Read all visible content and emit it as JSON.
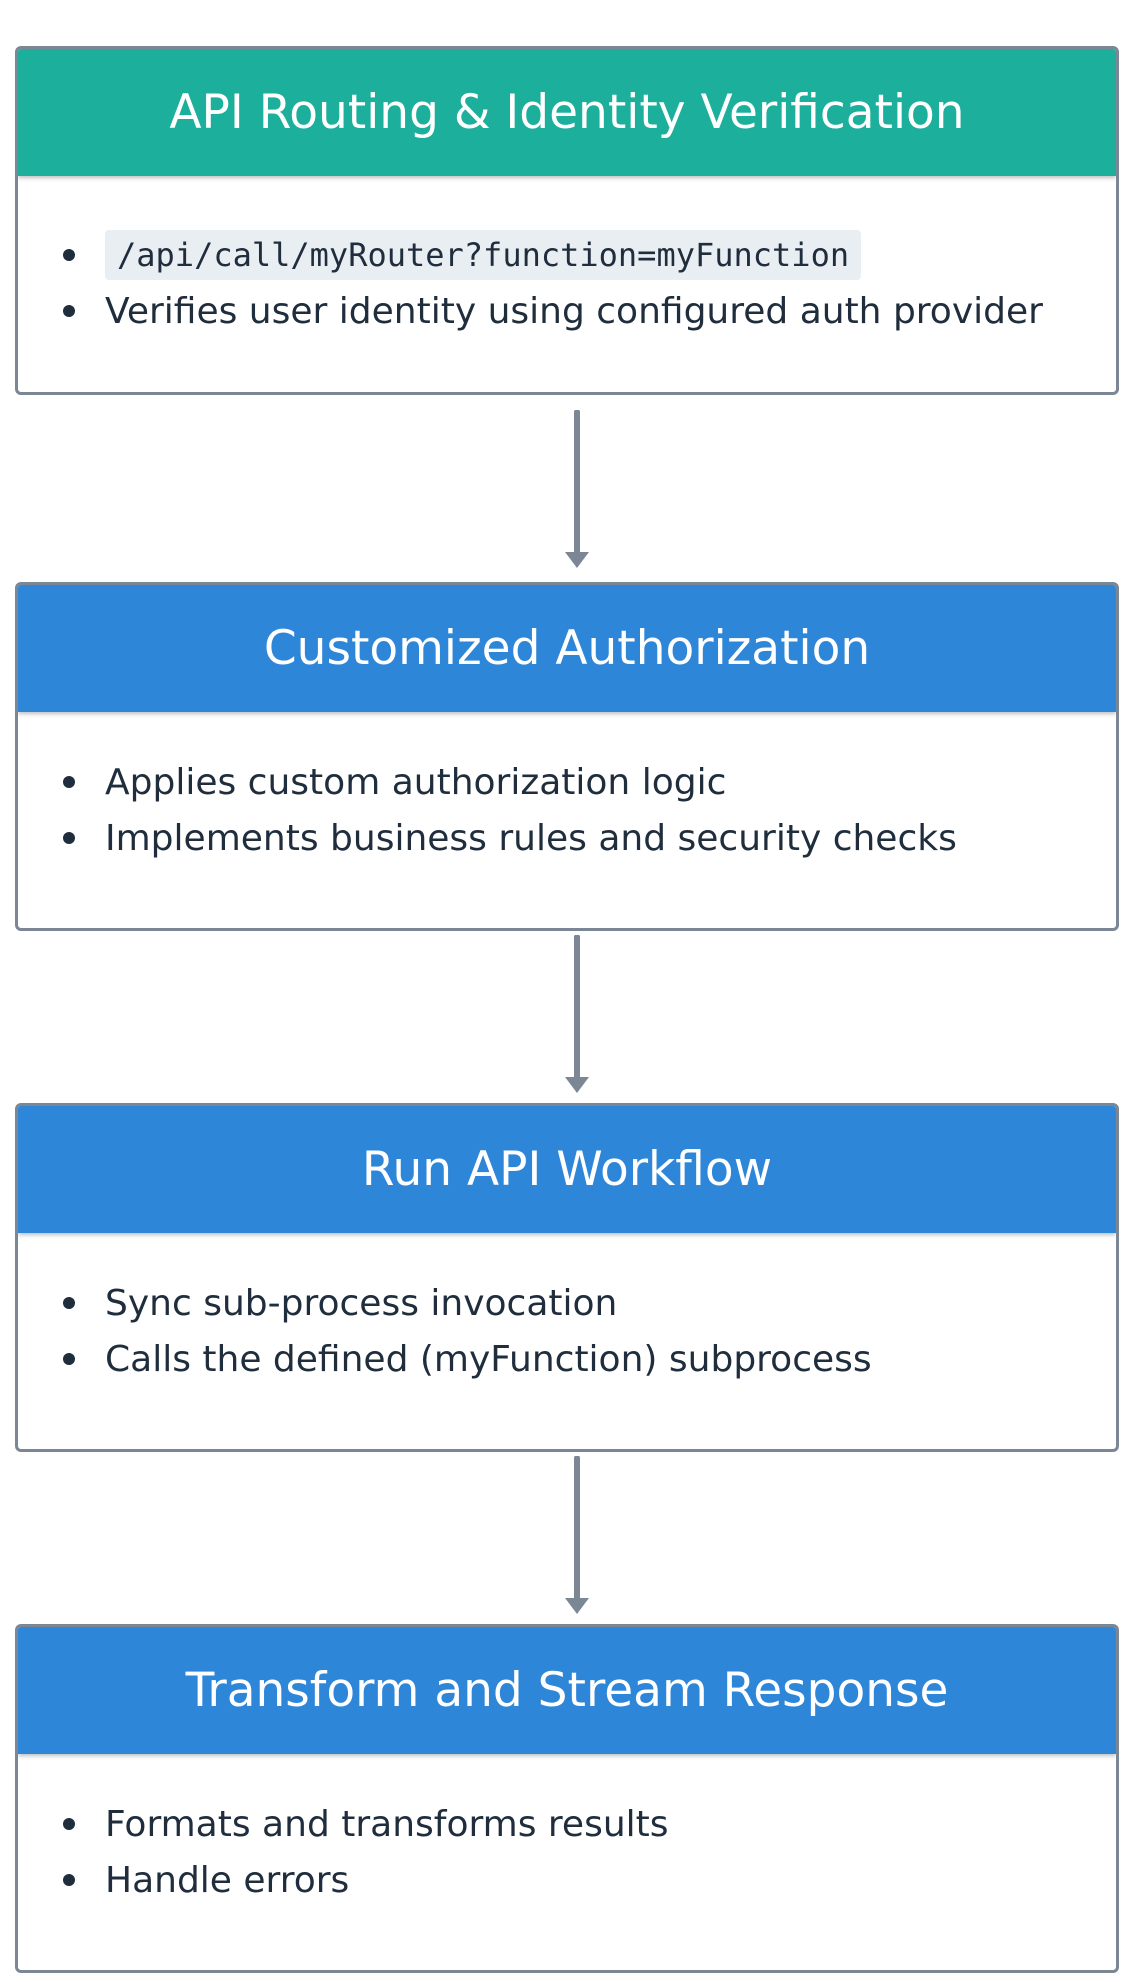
{
  "steps": [
    {
      "title": "API Routing & Identity Verification",
      "color": "#1baf9c",
      "bullets": [
        "/api/call/myRouter?function=myFunction",
        "Verifies user identity using configured auth provider"
      ]
    },
    {
      "title": "Customized Authorization",
      "color": "#2e86d8",
      "bullets": [
        "Applies custom authorization logic",
        "Implements business rules and security checks"
      ]
    },
    {
      "title": "Run API Workflow",
      "color": "#2e86d8",
      "bullets": [
        "Sync sub-process invocation",
        "Calls the defined (myFunction) subprocess"
      ]
    },
    {
      "title": "Transform and Stream Response",
      "color": "#2e86d8",
      "bullets": [
        "Formats and transforms results",
        "Handle errors"
      ]
    }
  ],
  "colors": {
    "border": "#7b8794",
    "arrow": "#7b8794",
    "text": "#1f2d3d",
    "code_bg": "#e9eef2"
  }
}
